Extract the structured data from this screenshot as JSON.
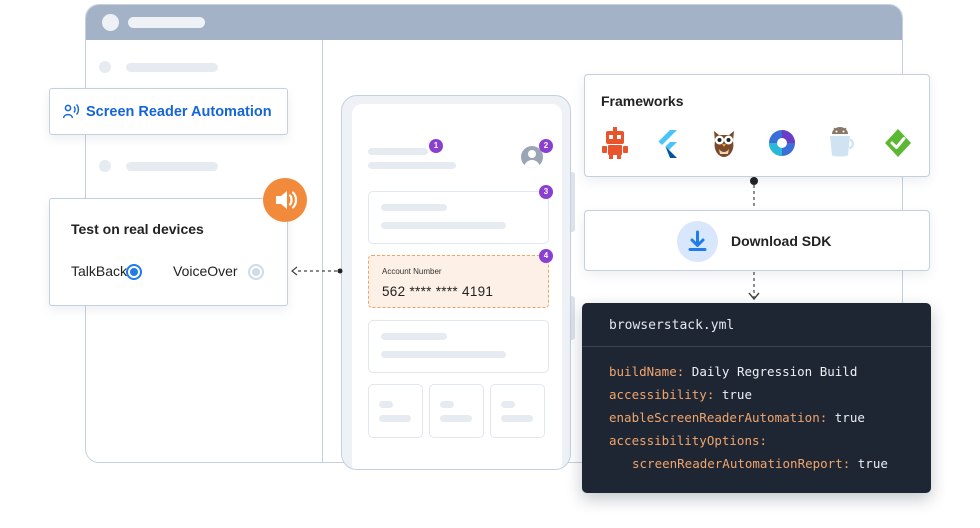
{
  "screen_reader_chip": {
    "label": "Screen Reader Automation",
    "icon": "voice-icon"
  },
  "devices_card": {
    "title": "Test on real devices",
    "options": [
      {
        "label": "TalkBack",
        "selected": true
      },
      {
        "label": "VoiceOver",
        "selected": false
      }
    ],
    "speaker_icon": "speaker-icon"
  },
  "phone": {
    "account_label": "Account Number",
    "account_number": "562 **** **** 4191",
    "badges": [
      "1",
      "2",
      "3",
      "4"
    ]
  },
  "frameworks": {
    "title": "Frameworks",
    "icons": [
      "robot-framework-icon",
      "flutter-icon",
      "owl-icon",
      "circle-logo-icon",
      "android-cup-icon",
      "check-shield-icon"
    ]
  },
  "download": {
    "label": "Download SDK",
    "icon": "download-icon"
  },
  "yml": {
    "filename": "browserstack.yml",
    "lines": [
      {
        "key": "buildName:",
        "value": " Daily Regression Build"
      },
      {
        "key": "accessibility:",
        "value": " true"
      },
      {
        "key": "enableScreenReaderAutomation:",
        "value": " true"
      },
      {
        "key": "accessibilityOptions:",
        "value": ""
      },
      {
        "key": "screenReaderAutomationReport:",
        "value": " true"
      }
    ]
  },
  "colors": {
    "accent": "#1565d8",
    "orange": "#f28a3c",
    "badge": "#8b3fd1",
    "code_bg": "#1e2533",
    "code_key": "#f0a56b"
  }
}
